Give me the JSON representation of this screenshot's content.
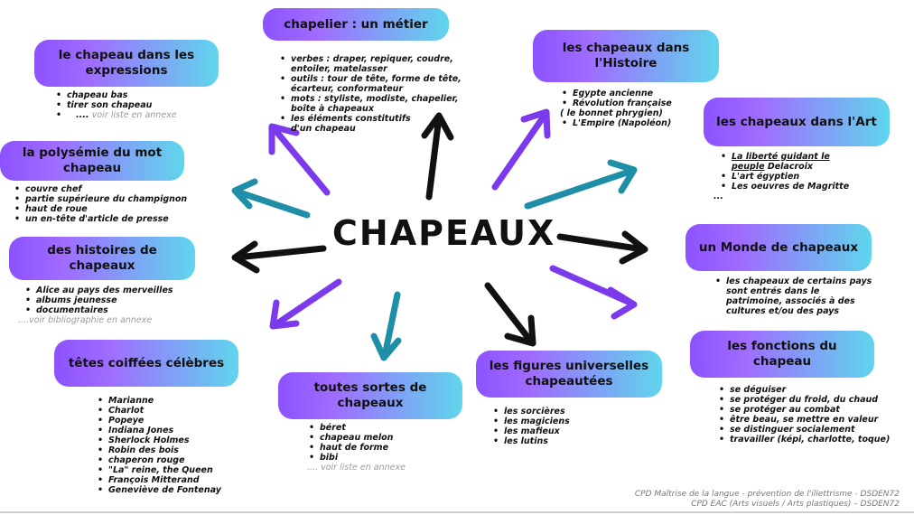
{
  "title": "CHAPEAUX",
  "colors": {
    "purple": "#7c3aed",
    "teal": "#1e8fa6",
    "black": "#111111",
    "gradient_start": "#8c52ff",
    "gradient_end": "#5fd6ec"
  },
  "boxes": {
    "metier": {
      "label": "chapelier : un métier",
      "items": [
        "verbes : draper, repiquer, coudre, entoiler, matelasser",
        "outils : tour de tête, forme de tête, écarteur, conformateur",
        "mots : styliste, modiste, chapelier, boîte à chapeaux",
        "les éléments constitutifs",
        "d'un chapeau"
      ]
    },
    "expressions": {
      "label": "le chapeau dans les expressions",
      "items": [
        "chapeau bas",
        "tirer son chapeau",
        "....",
        "voir liste en annexe"
      ]
    },
    "polysemie": {
      "label": "la polysémie du mot chapeau",
      "items": [
        "couvre chef",
        "partie supérieure du champignon",
        "haut de roue",
        "un en-tête d'article de presse"
      ]
    },
    "histoires": {
      "label": "des histoires de chapeaux",
      "items": [
        "Alice au pays des merveilles",
        "albums jeunesse",
        "documentaires",
        "....voir bibliographie en annexe"
      ]
    },
    "tetes": {
      "label": "têtes coiffées célèbres",
      "items": [
        "Marianne",
        "Charlot",
        "Popeye",
        "Indiana Jones",
        "Sherlock Holmes",
        "Robin des bois",
        "chaperon rouge",
        "\"La\" reine, the Queen",
        "François Mitterand",
        "Geneviève de Fontenay"
      ]
    },
    "sortes": {
      "label": "toutes sortes de chapeaux",
      "items": [
        "béret",
        "chapeau melon",
        "haut de forme",
        "bibi",
        ".... voir liste en annexe"
      ]
    },
    "figures": {
      "label": "les figures universelles chapeautées",
      "items": [
        "les sorcières",
        "les magiciens",
        "les mafieux",
        "les lutins"
      ]
    },
    "histoire": {
      "label": "les chapeaux dans l'Histoire",
      "items": [
        "Egypte ancienne",
        "Révolution française",
        "( le bonnet phrygien)",
        "L'Empire (Napoléon)"
      ]
    },
    "art": {
      "label": "les chapeaux dans l'Art",
      "items": [
        "La liberté guidant le",
        "peuple",
        "Delacroix",
        "L'art égyptien",
        "Les oeuvres de Magritte",
        "..."
      ]
    },
    "monde": {
      "label": "un Monde de chapeaux",
      "items": [
        "les chapeaux de certains pays",
        "sont entrés dans le",
        "patrimoine, associés à des",
        "cultures et/ou des pays"
      ]
    },
    "fonctions": {
      "label": "les fonctions du chapeau",
      "items": [
        "se déguiser",
        "se protéger du froid, du chaud",
        "se protéger au combat",
        "être beau, se mettre en valeur",
        "se distinguer socialement",
        "travailler (képi, charlotte, toque)"
      ]
    }
  },
  "credits": [
    "CPD Maîtrise de la langue - prévention de l'illettrisme - DSDEN72",
    "CPD EAC (Arts visuels / Arts plastiques) – DSDEN72"
  ]
}
